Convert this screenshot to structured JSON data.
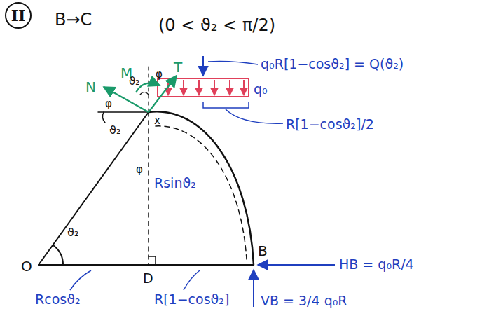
{
  "diagram": {
    "nodes": [
      {
        "text": [
          "II"
        ]
      }
    ],
    "labels": [
      "B→C",
      "(0 < ϑ₂ < π/2)",
      "M",
      "T",
      "N",
      "ϑ₂",
      "φ",
      "φ",
      "ϑ₂",
      "x",
      "φ",
      "q₀R[1−cosϑ₂] = Q(ϑ₂)",
      "q₀",
      "R[1−cosϑ₂]/2",
      "Rsinϑ₂",
      "ϑ₂",
      "O",
      "D",
      "B",
      "HB = q₀R/4",
      "Rcosϑ₂",
      "R[1−cosϑ₂]",
      "VB = 3/4 q₀R"
    ]
  }
}
